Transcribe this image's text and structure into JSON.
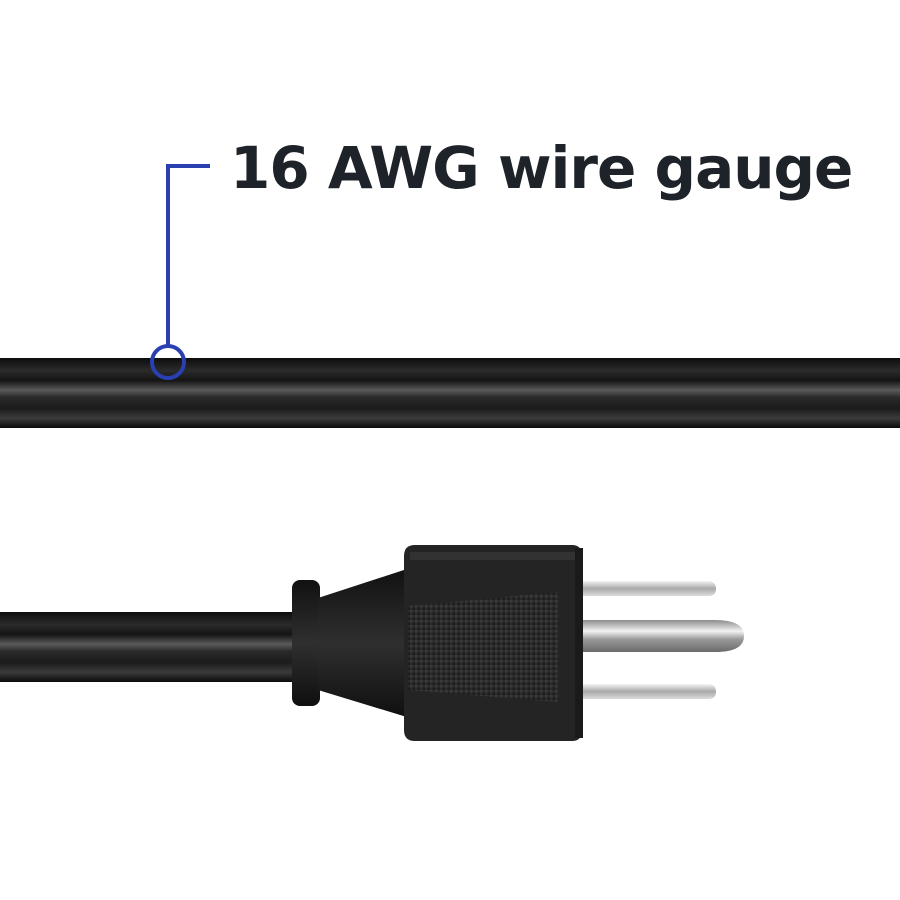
{
  "callout": {
    "label": "16 AWG wire gauge"
  },
  "colors": {
    "background": "#ffffff",
    "label_text": "#1e2329",
    "callout_line": "#2a3fb0",
    "cable": "#1c1c1c",
    "plug_body": "#232323",
    "prong": "#c8c8c8"
  },
  "icons": {
    "cable": "power-cord-cable",
    "plug": "nema-5-15p-plug"
  }
}
